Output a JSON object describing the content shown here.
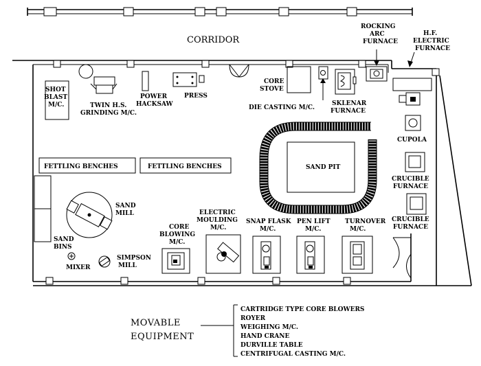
{
  "labels": {
    "corridor": "CORRIDOR",
    "rocking_arc": [
      "ROCKING",
      "ARC",
      "FURNACE"
    ],
    "hf_electric": [
      "H.F.",
      "ELECTRIC",
      "FURNACE"
    ],
    "shot_blast": [
      "SHOT",
      "BLAST",
      "M/C."
    ],
    "twin_hs": [
      "TWIN H.S.",
      "GRINDING M/C."
    ],
    "power_hacksaw": [
      "POWER",
      "HACKSAW"
    ],
    "press": "PRESS",
    "core_stove": [
      "CORE",
      "STOVE"
    ],
    "die_casting": "DIE CASTING M/C.",
    "sklenar": [
      "SKLENAR",
      "FURNACE"
    ],
    "cupola": "CUPOLA",
    "crucible_1": [
      "CRUCIBLE",
      "FURNACE"
    ],
    "crucible_2": [
      "CRUCIBLE",
      "FURNACE"
    ],
    "fettling_1": "FETTLING BENCHES",
    "fettling_2": "FETTLING BENCHES",
    "sand_pit": "SAND PIT",
    "sand_mill": [
      "SAND",
      "MILL"
    ],
    "sand_bins": [
      "SAND",
      "BINS"
    ],
    "mixer": "MIXER",
    "simpson_mill": [
      "SIMPSON",
      "MILL"
    ],
    "core_blowing": [
      "CORE",
      "BLOWING",
      "M/C."
    ],
    "electric_moulding": [
      "ELECTRIC",
      "MOULDING",
      "M/C."
    ],
    "snap_flask": [
      "SNAP FLASK",
      "M/C."
    ],
    "pen_lift": [
      "PEN LIFT",
      "M/C."
    ],
    "turnover": [
      "TURNOVER",
      "M/C."
    ]
  },
  "movable": {
    "title": [
      "MOVABLE",
      "EQUIPMENT"
    ],
    "items": [
      "CARTRIDGE TYPE CORE BLOWERS",
      "ROYER",
      "WEIGHING M/C.",
      "HAND CRANE",
      "DURVILLE TABLE",
      "CENTRIFUGAL CASTING M/C."
    ]
  }
}
